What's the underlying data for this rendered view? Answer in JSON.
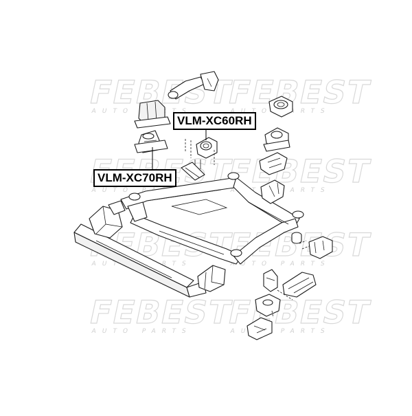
{
  "watermark": {
    "brand": "FEBEST",
    "tagline": "AUTO PARTS",
    "color": "#d8d8d8"
  },
  "callouts": [
    {
      "id": "xc60",
      "label": "VLM-XC60RH"
    },
    {
      "id": "xc70",
      "label": "VLM-XC70RH"
    }
  ],
  "colors": {
    "line": "#1a1a1a",
    "background": "#ffffff"
  }
}
